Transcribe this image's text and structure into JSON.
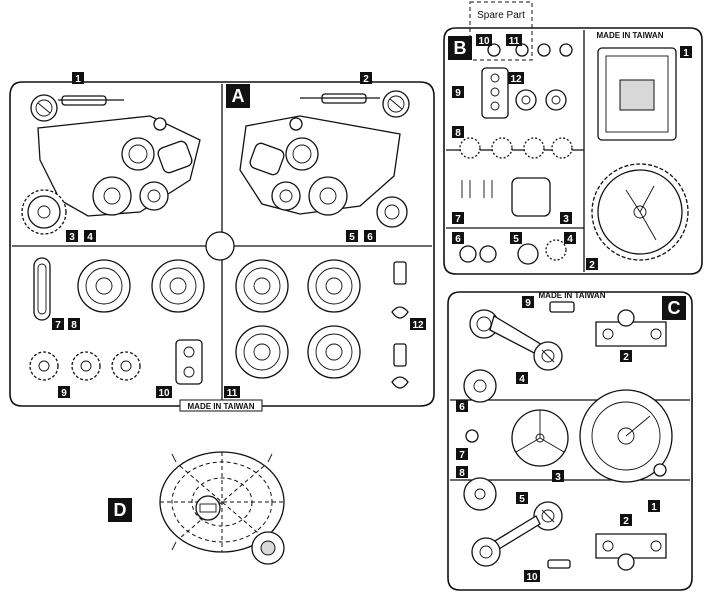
{
  "sheets": {
    "A": {
      "letter": "A",
      "made_in": "MADE IN TAIWAN",
      "labels": [
        "1",
        "2",
        "3",
        "4",
        "5",
        "6",
        "7",
        "8",
        "9",
        "10",
        "11",
        "12"
      ]
    },
    "B": {
      "letter": "B",
      "made_in": "MADE IN TAIWAN",
      "spare_part": "Spare Part",
      "labels": [
        "10",
        "11",
        "12",
        "1",
        "9",
        "8",
        "7",
        "3",
        "6",
        "5",
        "4",
        "2"
      ]
    },
    "C": {
      "letter": "C",
      "made_in": "MADE IN TAIWAN",
      "labels": [
        "9",
        "2",
        "4",
        "6",
        "7",
        "3",
        "8",
        "5",
        "1",
        "2",
        "10"
      ]
    },
    "D": {
      "letter": "D"
    }
  }
}
